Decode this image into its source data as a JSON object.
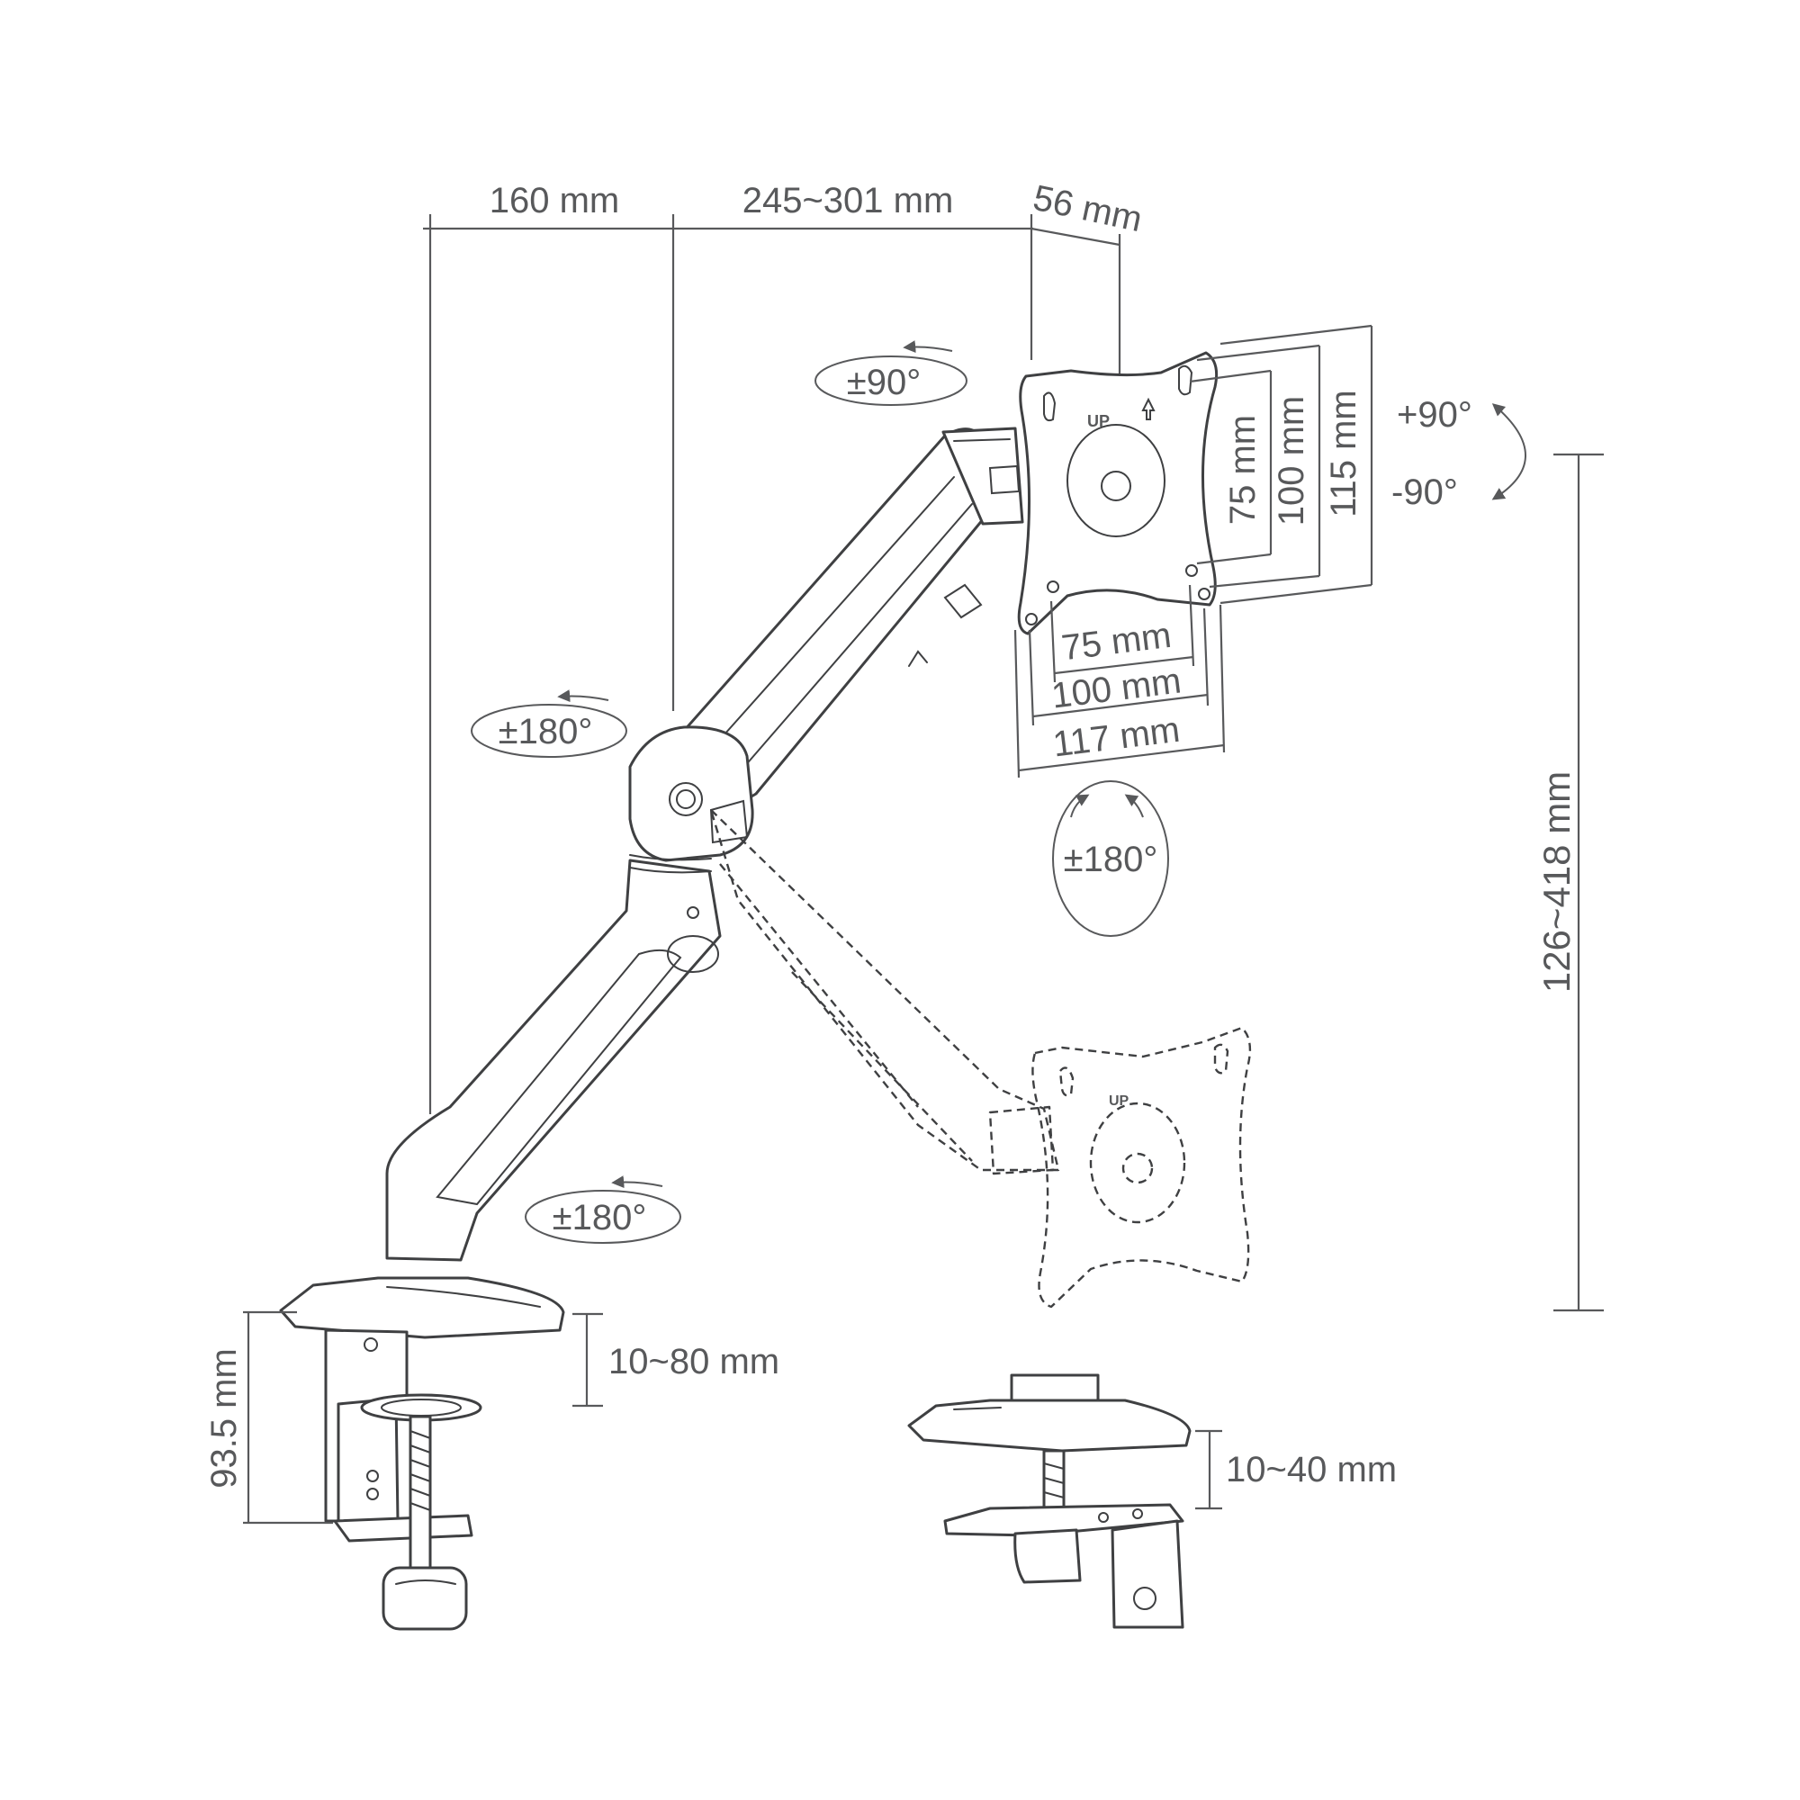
{
  "dimensions": {
    "arm_base_width": "160 mm",
    "arm_reach": "245~301 mm",
    "plate_depth": "56 mm",
    "vesa_small_v": "75 mm",
    "vesa_large_v": "100 mm",
    "plate_height": "115 mm",
    "vesa_small_h": "75 mm",
    "vesa_large_h": "100 mm",
    "plate_width": "117 mm",
    "height_range": "126~418 mm",
    "clamp_height": "93.5 mm",
    "clamp_range": "10~80 mm",
    "grommet_range": "10~40 mm"
  },
  "rotations": {
    "tilt": "±90°",
    "elbow_swivel": "±180°",
    "base_swivel": "±180°",
    "rotation": "±180°",
    "tilt_up": "+90°",
    "tilt_down": "-90°"
  },
  "plate_marks": {
    "up_text": "UP"
  },
  "colors": {
    "line": "#3f4042",
    "text": "#58595b",
    "background": "#ffffff"
  }
}
